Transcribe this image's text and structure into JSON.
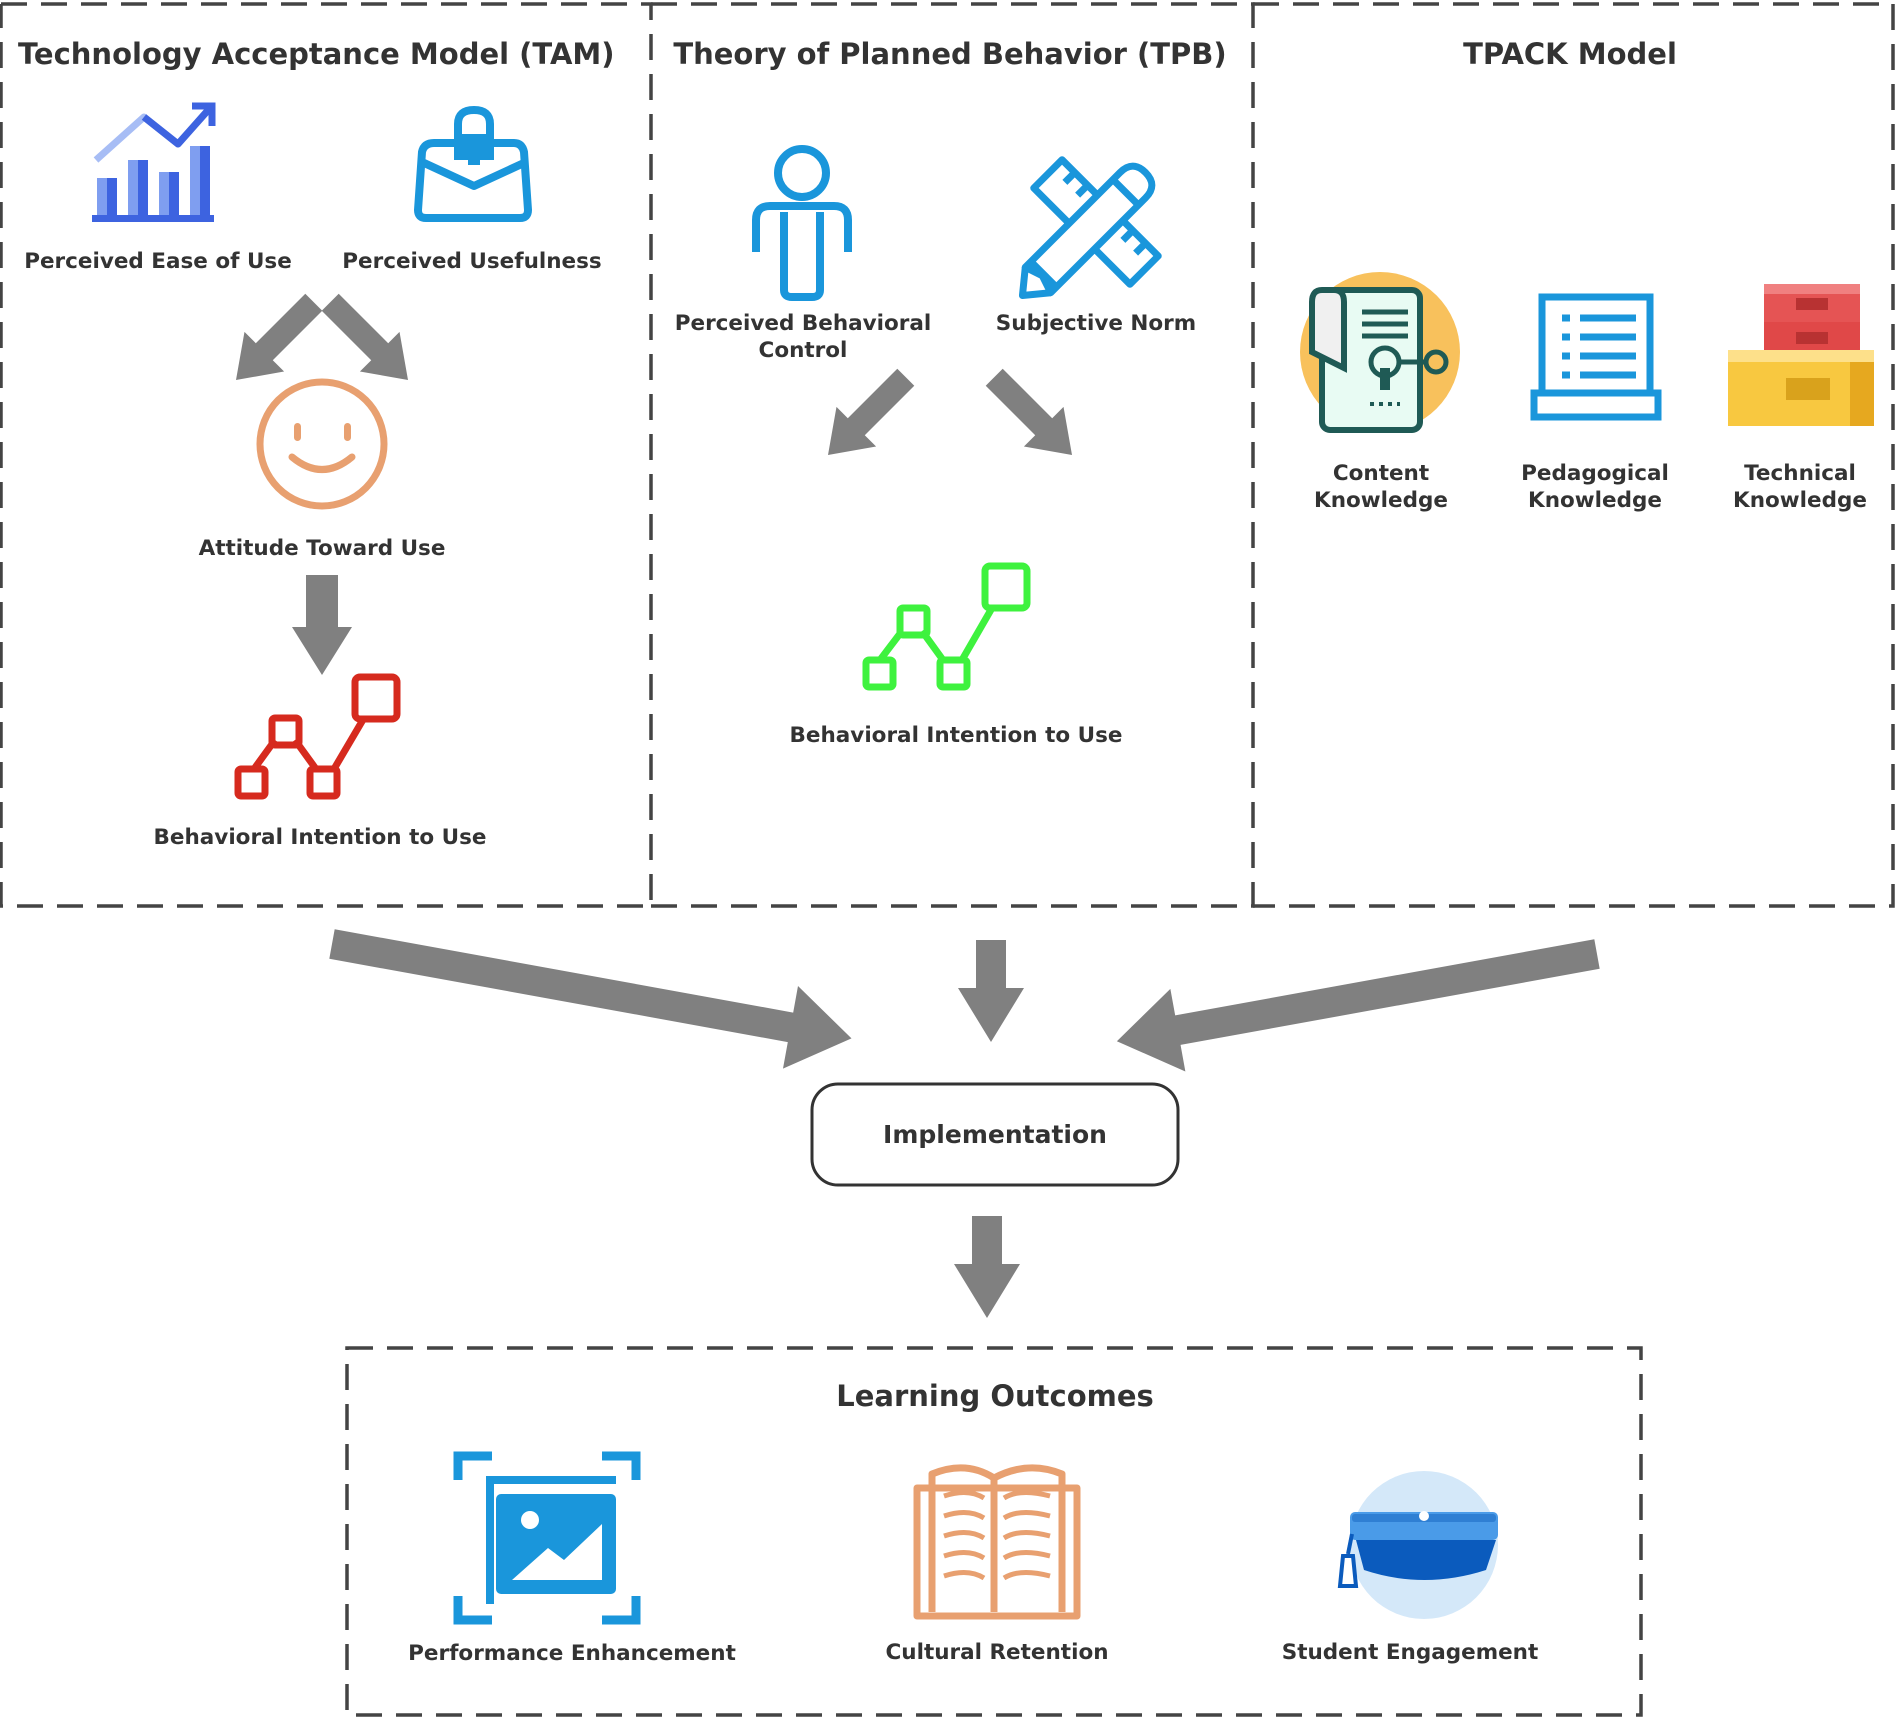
{
  "tam": {
    "title": "Technology Acceptance Model (TAM)",
    "ease": "Perceived Ease of Use",
    "usefulness": "Perceived Usefulness",
    "attitude": "Attitude Toward Use",
    "intention": "Behavioral Intention to Use"
  },
  "tpb": {
    "title": "Theory of Planned Behavior (TPB)",
    "control_line1": "Perceived Behavioral",
    "control_line2": "Control",
    "norm": "Subjective Norm",
    "intention": "Behavioral Intention to Use"
  },
  "tpack": {
    "title": "TPACK Model",
    "content_line1": "Content",
    "content_line2": "Knowledge",
    "pedagogical_line1": "Pedagogical",
    "pedagogical_line2": "Knowledge",
    "technical_line1": "Technical",
    "technical_line2": "Knowledge"
  },
  "implementation": {
    "label": "Implementation"
  },
  "outcomes": {
    "title": "Learning Outcomes",
    "performance": "Performance Enhancement",
    "cultural": "Cultural Retention",
    "engagement": "Student Engagement"
  },
  "colors": {
    "arrow": "#808080",
    "blue": "#1a96db",
    "chart_blue": "#3d63e0",
    "red": "#d62a1e",
    "green": "#3ef23e",
    "orange": "#e8a070",
    "yellow": "#f8c15c"
  },
  "icons": {
    "ease": "bar-chart-icon",
    "usefulness": "briefcase-lock-icon",
    "attitude": "smiley-face-icon",
    "intention": "line-graph-icon",
    "control": "person-icon",
    "norm": "pencil-ruler-icon",
    "content": "document-key-icon",
    "pedagogical": "laptop-list-icon",
    "technical": "building-blocks-icon",
    "performance": "image-frame-icon",
    "cultural": "open-book-icon",
    "engagement": "graduation-cap-icon"
  }
}
